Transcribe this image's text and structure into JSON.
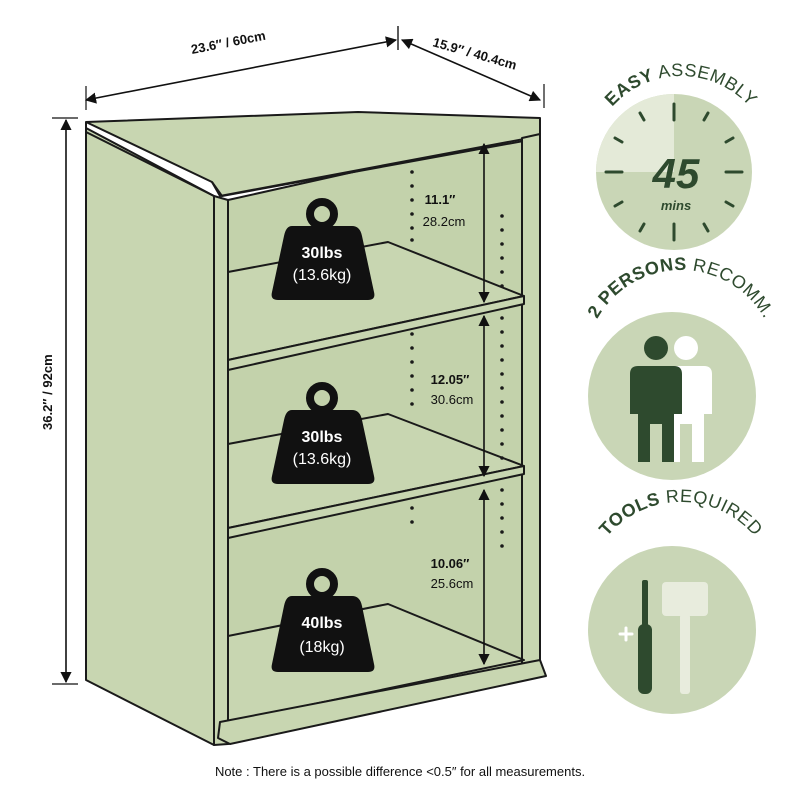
{
  "dimensions": {
    "width_in": "23.6″",
    "width_cm": "60cm",
    "depth_in": "15.9″",
    "depth_cm": "40.4cm",
    "height_in": "36.2″",
    "height_cm": "92cm"
  },
  "shelf_heights": [
    {
      "in": "11.1″",
      "cm": "28.2cm"
    },
    {
      "in": "12.05″",
      "cm": "30.6cm"
    },
    {
      "in": "10.06″",
      "cm": "25.6cm"
    }
  ],
  "weight_capacities": [
    {
      "lbs": "30lbs",
      "kg": "(13.6kg)"
    },
    {
      "lbs": "30lbs",
      "kg": "(13.6kg)"
    },
    {
      "lbs": "40lbs",
      "kg": "(18kg)"
    }
  ],
  "badges": {
    "assembly": {
      "bold": "EASY",
      "rest": " ASSEMBLY",
      "number": "45",
      "unit": "mins",
      "elapsed_fraction": 0.75
    },
    "persons": {
      "bold": "2 PERSONS",
      "rest": " RECOMM."
    },
    "tools": {
      "bold": "TOOLS",
      "rest": " REQUIRED"
    }
  },
  "note": "Note : There is a possible difference <0.5″ for all measurements.",
  "colors": {
    "shelf_fill": "#c8d6b1",
    "shelf_stroke": "#1a1a1a",
    "badge_fill": "#c9d6b6",
    "badge_dark": "#2e4a2e",
    "weight_fill": "#111111"
  }
}
